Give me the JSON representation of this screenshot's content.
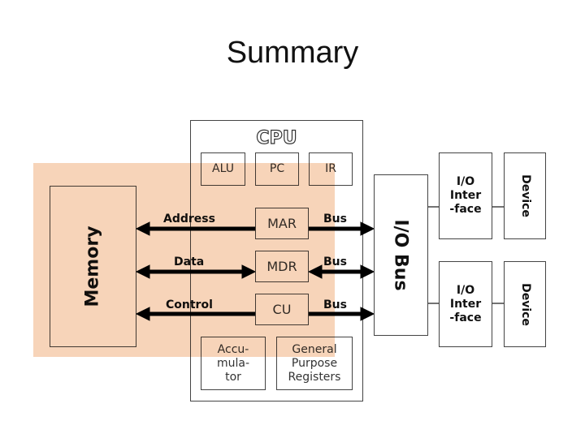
{
  "title": "Summary",
  "diagram": {
    "cpu": "CPU",
    "alu": "ALU",
    "pc": "PC",
    "ir": "IR",
    "memory": "Memory",
    "mar": "MAR",
    "mdr": "MDR",
    "cu": "CU",
    "address": "Address",
    "data": "Data",
    "control": "Control",
    "bus": "Bus",
    "accumulator": "Accu-\nmula-\ntor",
    "gpr": "General\nPurpose\nRegisters",
    "io_bus": "I/O Bus",
    "io_interface": "I/O\nInter\n-face",
    "device": "Device",
    "highlight_color": "#f5c9a6"
  }
}
